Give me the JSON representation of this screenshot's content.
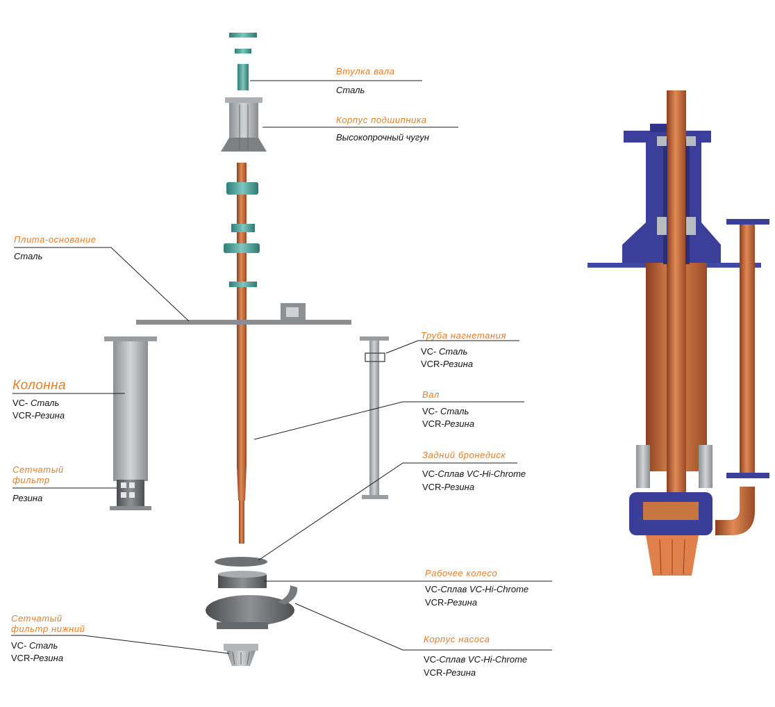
{
  "labels": {
    "bushing": {
      "name": "Втулка вала",
      "material": "Сталь"
    },
    "bearing_housing": {
      "name": "Корпус подшипника",
      "material": "Высокопрочный чугун"
    },
    "base_plate": {
      "name": "Плита-основание",
      "material": "Сталь"
    },
    "discharge_pipe": {
      "name": "Труба нагнетания",
      "vc_prefix": "VC-",
      "vc": "Сталь",
      "vcr_prefix": "VCR-",
      "vcr": "Резина"
    },
    "column": {
      "name": "Колонна",
      "vc_prefix": "VC-",
      "vc": "Сталь",
      "vcr_prefix": "VCR-",
      "vcr": "Резина"
    },
    "shaft": {
      "name": "Вал",
      "vc_prefix": "VC-",
      "vc": "Сталь",
      "vcr_prefix": "VCR-",
      "vcr": "Резина"
    },
    "strainer": {
      "name": "Сетчатый фильтр",
      "material": "Резина"
    },
    "back_liner": {
      "name": "Задний бронедиск",
      "vc_prefix": "VC-",
      "vc": "Сплав VC-Hi-Chrome",
      "vcr_prefix": "VCR-",
      "vcr": "Резина"
    },
    "impeller": {
      "name": "Рабочее колесо",
      "vc_prefix": "VC-",
      "vc": "Сплав VC-Hi-Chrome",
      "vcr_prefix": "VCR-",
      "vcr": "Резина"
    },
    "lower_strainer": {
      "name": "Сетчатый фильтр нижний",
      "vc_prefix": "VC-",
      "vc": "Сталь",
      "vcr_prefix": "VCR-",
      "vcr": "Резина"
    },
    "pump_casing": {
      "name": "Корпус насоса",
      "vc_prefix": "VC-",
      "vc": "Сплав VC-Hi-Chrome",
      "vcr_prefix": "VCR-",
      "vcr": "Резина"
    }
  },
  "colors": {
    "label_orange": "#e07d2a",
    "copper": "#c0673a",
    "teal": "#4fa8a0",
    "steel_gray": "#9fa3a6",
    "navy": "#3a3f9a"
  }
}
